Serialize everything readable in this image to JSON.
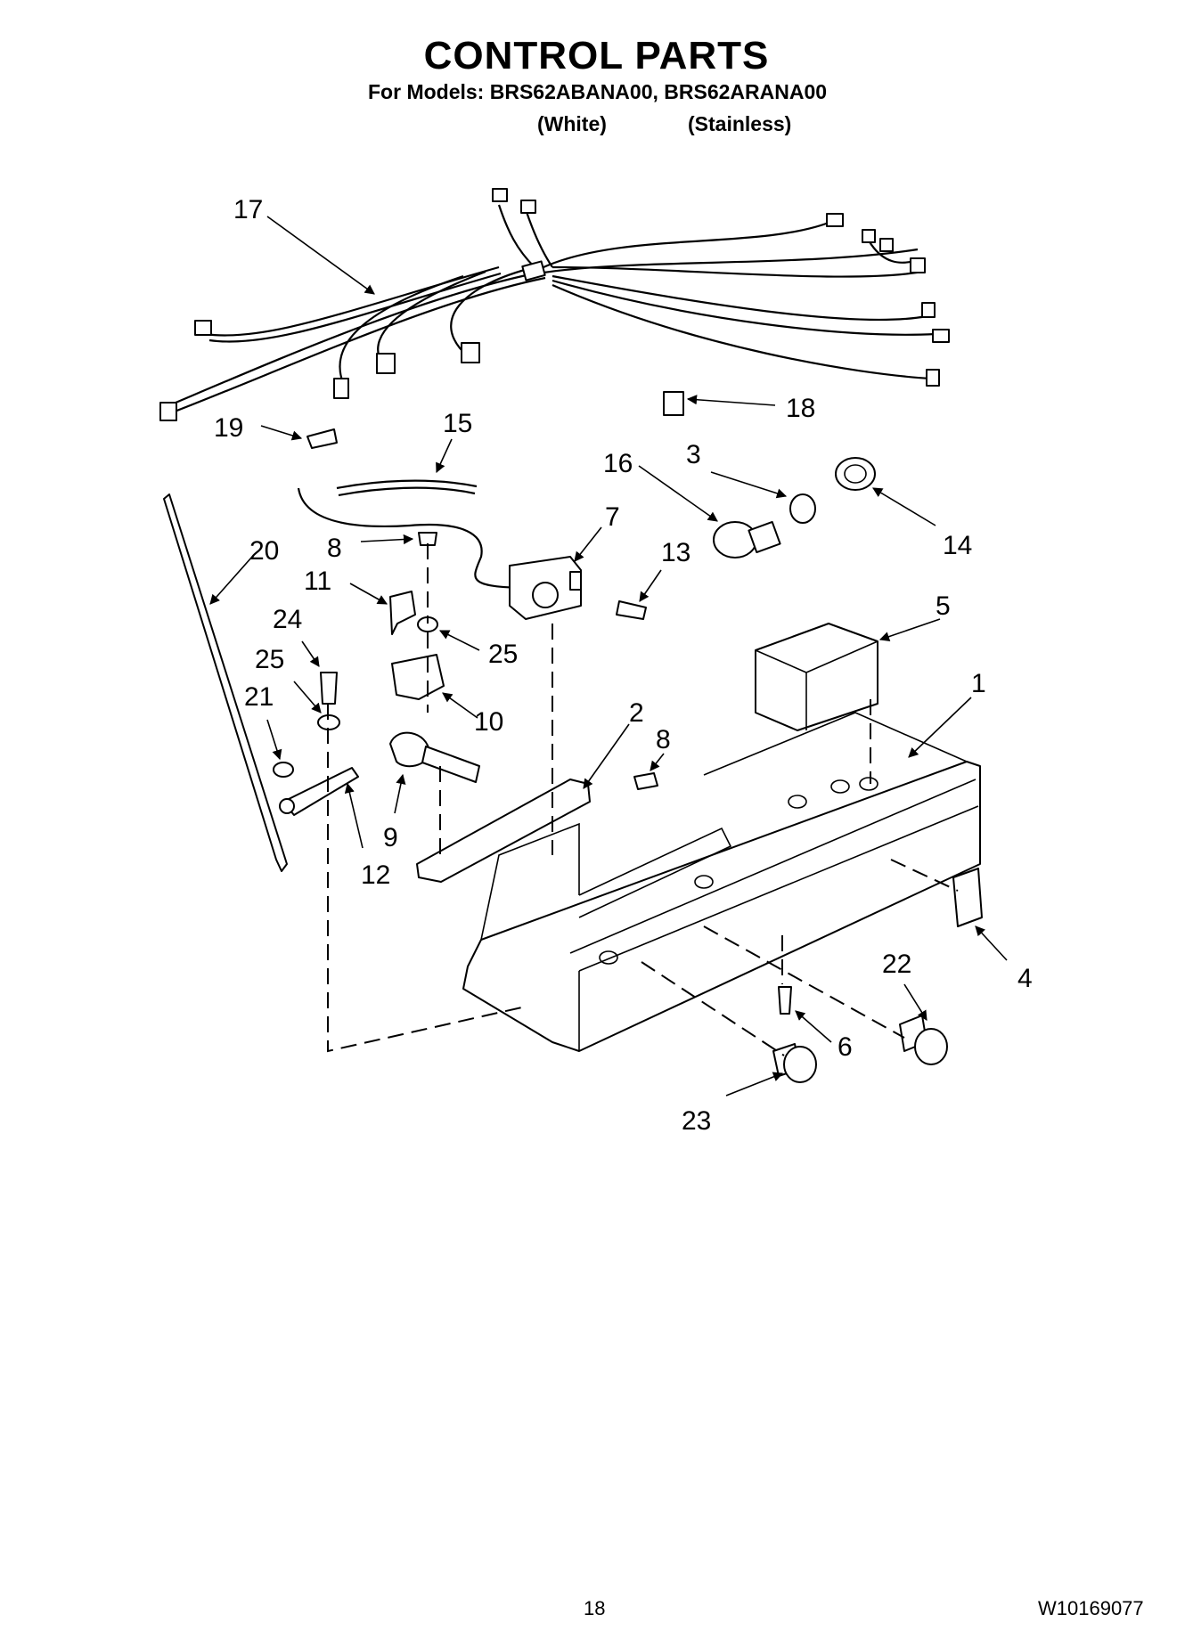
{
  "header": {
    "title": "CONTROL PARTS",
    "models": "For Models: BRS62ABANA00, BRS62ARANA00",
    "variants": [
      "(White)",
      "(Stainless)"
    ]
  },
  "callouts": [
    "17",
    "19",
    "15",
    "16",
    "3",
    "18",
    "14",
    "20",
    "8",
    "11",
    "7",
    "13",
    "24",
    "25",
    "25",
    "21",
    "10",
    "5",
    "1",
    "2",
    "8",
    "9",
    "12",
    "4",
    "22",
    "6",
    "23"
  ],
  "footer": {
    "page_number": "18",
    "document_number": "W10169077"
  }
}
